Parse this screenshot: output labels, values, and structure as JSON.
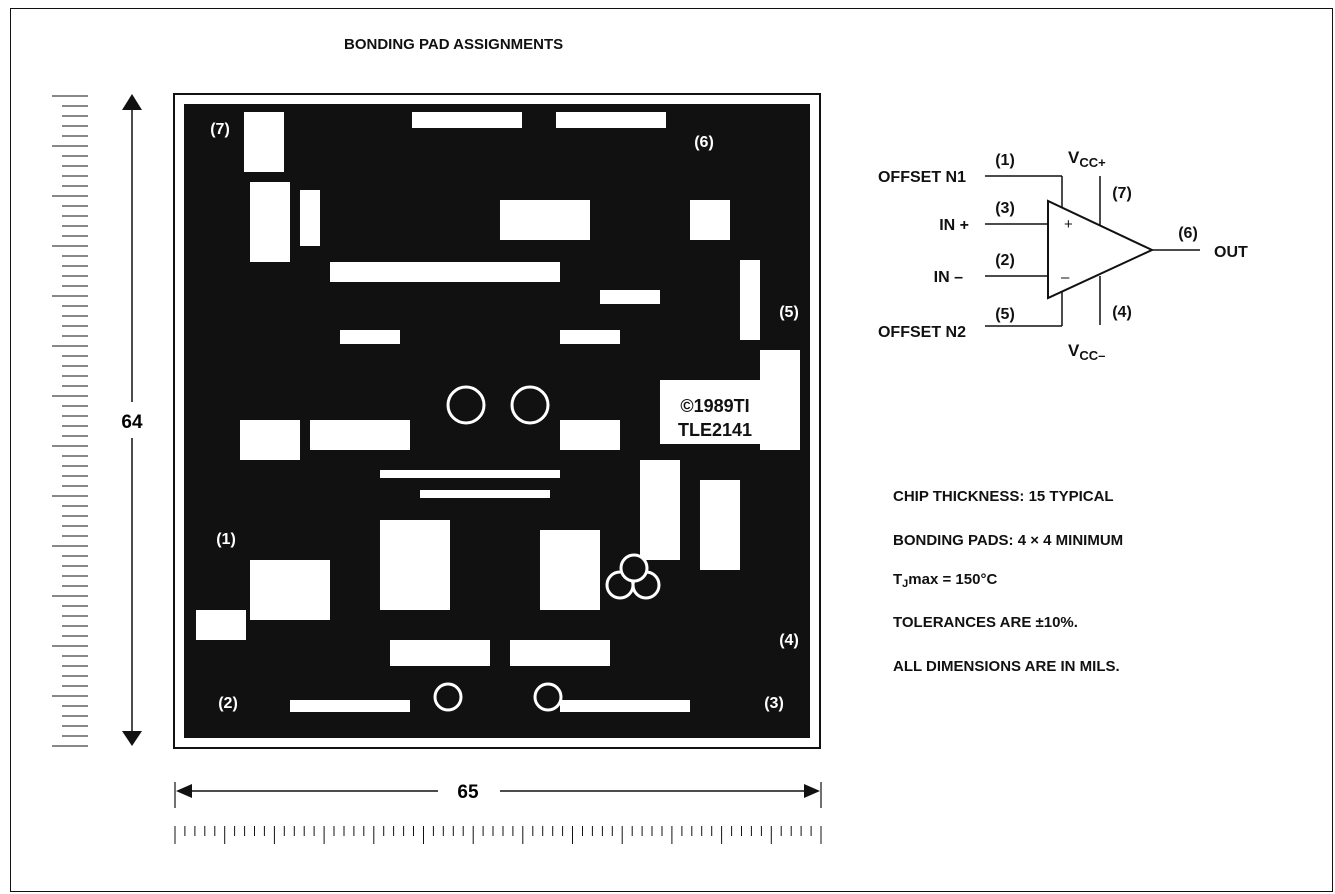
{
  "title": "BONDING PAD ASSIGNMENTS",
  "dimensions": {
    "height": "64",
    "width": "65"
  },
  "die": {
    "marking_line1": "©1989TI",
    "marking_line2": "TLE2141",
    "pads": [
      "(1)",
      "(2)",
      "(3)",
      "(4)",
      "(5)",
      "(6)",
      "(7)"
    ]
  },
  "schematic": {
    "offset_n1": "OFFSET N1",
    "in_plus": "IN +",
    "in_minus": "IN –",
    "offset_n2": "OFFSET N2",
    "out": "OUT",
    "vcc_plus_main": "V",
    "vcc_plus_sub": "CC+",
    "vcc_minus_main": "V",
    "vcc_minus_sub": "CC–",
    "plus_sign": "+",
    "minus_sign": "–",
    "pin_1": "(1)",
    "pin_3": "(3)",
    "pin_2": "(2)",
    "pin_5": "(5)",
    "pin_7": "(7)",
    "pin_4": "(4)",
    "pin_6": "(6)"
  },
  "notes": {
    "thickness": "CHIP THICKNESS: 15 TYPICAL",
    "pads": "BONDING PADS: 4 × 4 MINIMUM",
    "tj_main": "T",
    "tj_sub": "J",
    "tj_rest": "max = 150°C",
    "tolerance": "TOLERANCES ARE ±10%.",
    "units": "ALL DIMENSIONS ARE IN MILS."
  }
}
